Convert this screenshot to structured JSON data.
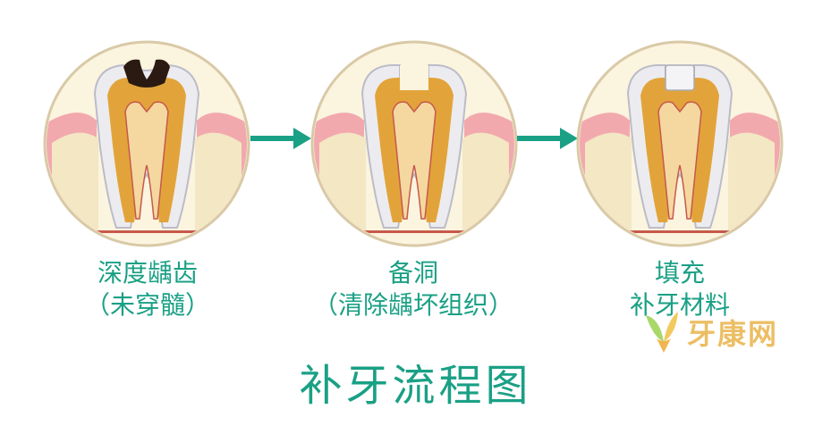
{
  "steps": [
    {
      "line1": "深度龋齿",
      "line2": "（未穿髓）"
    },
    {
      "line1": "备洞",
      "line2": "（清除龋坏组织）"
    },
    {
      "line1": "填充",
      "line2": "补牙材料"
    }
  ],
  "title": "补牙流程图",
  "watermark": "牙康网",
  "colors": {
    "accent": "#1aa085",
    "arrow": "#1aa085",
    "gum": "#f2a9ad",
    "bone": "#f3e7c4",
    "enamel": "#e9e9ee",
    "dentin": "#e2a43a",
    "pulp": "#f4d8a0",
    "decay": "#2a1a12",
    "filling": "#f4f4f6"
  }
}
